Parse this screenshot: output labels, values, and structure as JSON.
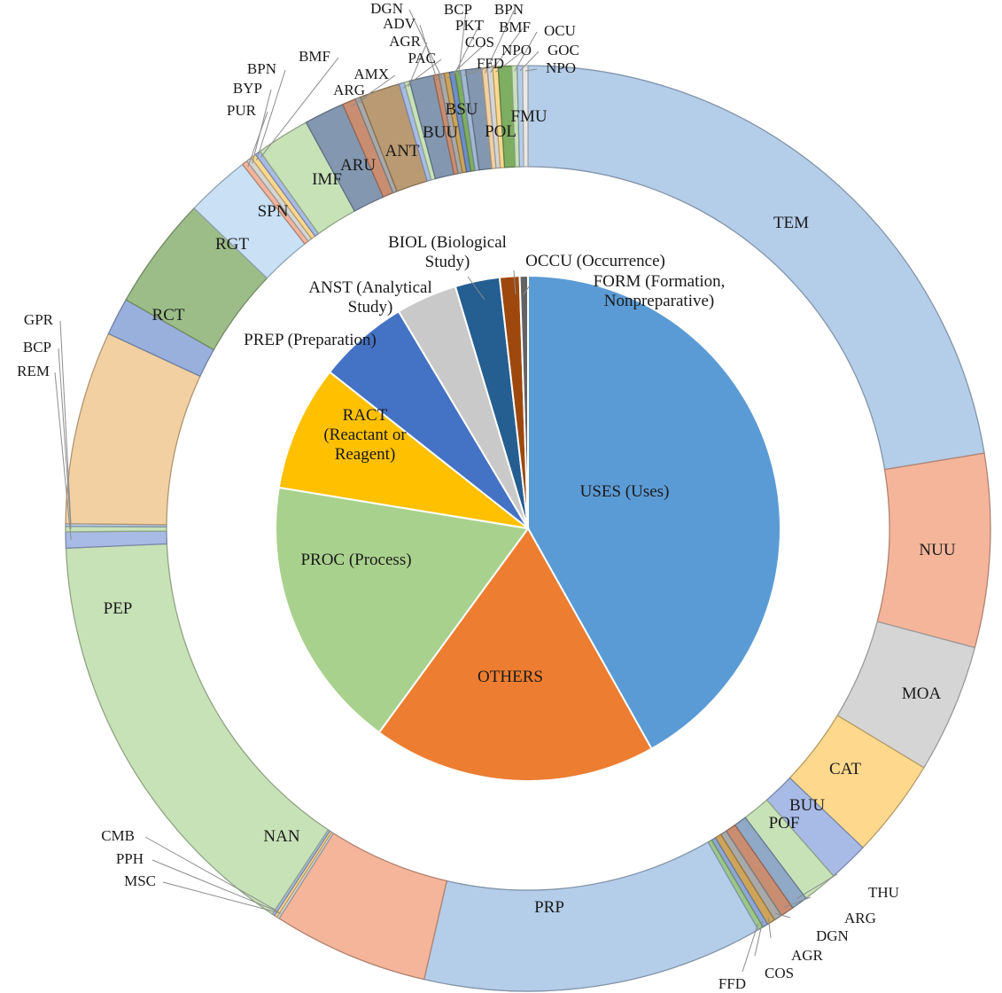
{
  "chart_data": [
    {
      "type": "pie",
      "title": "",
      "ring": "inner",
      "slices": [
        {
          "label": "USES (Uses)",
          "value": 39.6,
          "color": "#5b9bd5"
        },
        {
          "label": "OTHERS",
          "value": 17.2,
          "color": "#ed7d31"
        },
        {
          "label": "PROC (Process)",
          "value": 16.6,
          "color": "#a9d18e"
        },
        {
          "label": "RACT (Reactant or Reagent)",
          "value": 7.6,
          "color": "#ffc000"
        },
        {
          "label": "PREP (Preparation)",
          "value": 5.5,
          "color": "#4472c4"
        },
        {
          "label": "ANST (Analytical Study)",
          "value": 3.7,
          "color": "#c9c9c9"
        },
        {
          "label": "BIOL (Biological Study)",
          "value": 2.7,
          "color": "#255e91"
        },
        {
          "label": "OCCU (Occurrence)",
          "value": 1.2,
          "color": "#9e480e"
        },
        {
          "label": "FORM (Formation, Nonpreparative)",
          "value": 0.5,
          "color": "#636363"
        }
      ]
    },
    {
      "type": "pie",
      "title": "",
      "ring": "outer",
      "slices": [
        {
          "label": "TEM",
          "value": 23.9,
          "color": "#b4cde9"
        },
        {
          "label": "NUU",
          "value": 7.2,
          "color": "#f4b59b"
        },
        {
          "label": "MOA",
          "value": 4.8,
          "color": "#d5d5d5"
        },
        {
          "label": "CAT",
          "value": 3.7,
          "color": "#fed88d"
        },
        {
          "label": "BUU",
          "value": 1.5,
          "color": "#a8bbe6"
        },
        {
          "label": "POF",
          "value": 1.3,
          "color": "#c8e2b8"
        },
        {
          "label": "THU",
          "value": 0.6,
          "color": "#8fa9c6"
        },
        {
          "label": "ARG",
          "value": 0.5,
          "color": "#c98d72"
        },
        {
          "label": "DGN",
          "value": 0.3,
          "color": "#a9a9a9"
        },
        {
          "label": "AGR",
          "value": 0.3,
          "color": "#cda45a"
        },
        {
          "label": "COS",
          "value": 0.2,
          "color": "#8fa7d6"
        },
        {
          "label": "FFD",
          "value": 0.2,
          "color": "#9cc78a"
        },
        {
          "label": "PRP",
          "value": 12.7,
          "color": "#b4cde9"
        },
        {
          "label": "NAN",
          "value": 5.8,
          "color": "#f4b59b"
        },
        {
          "label": "MSC",
          "value": 0.1,
          "color": "#d5d5d5"
        },
        {
          "label": "PPH",
          "value": 0.1,
          "color": "#fed88d"
        },
        {
          "label": "CMB",
          "value": 0.1,
          "color": "#a8bbe6"
        },
        {
          "label": "PEP",
          "value": 16.0,
          "color": "#c8e2b8"
        },
        {
          "label": "REM",
          "value": 0.6,
          "color": "#a8bbe6"
        },
        {
          "label": "BCP",
          "value": 0.2,
          "color": "#c8e2b8"
        },
        {
          "label": "GPR",
          "value": 0.1,
          "color": "#b4cde9"
        },
        {
          "label": "RCT",
          "value": 7.2,
          "color": "#f2d0a1"
        },
        {
          "label": "RGT",
          "value": 1.4,
          "color": "#99b0dd"
        },
        {
          "label": "SPN",
          "value": 4.2,
          "color": "#9cbd88"
        },
        {
          "label": "IMF",
          "value": 2.4,
          "color": "#c9e0f5"
        },
        {
          "label": "PUR",
          "value": 0.2,
          "color": "#f4b59b"
        },
        {
          "label": "BYP",
          "value": 0.2,
          "color": "#d5d5d5"
        },
        {
          "label": "BPN",
          "value": 0.2,
          "color": "#fed88d"
        },
        {
          "label": "BMF",
          "value": 0.2,
          "color": "#a8bbe6"
        },
        {
          "label": "ARU",
          "value": 2.0,
          "color": "#c8e2b8"
        },
        {
          "label": "ANT",
          "value": 1.5,
          "color": "#8497b0"
        },
        {
          "label": "AMX",
          "value": 0.5,
          "color": "#c98d72"
        },
        {
          "label": "ARG",
          "value": 0.2,
          "color": "#a9a9a9"
        },
        {
          "label": "BUU",
          "value": 1.5,
          "color": "#b99a72"
        },
        {
          "label": "PAC",
          "value": 0.2,
          "color": "#a8bbe6"
        },
        {
          "label": "AGR",
          "value": 0.2,
          "color": "#c8e2b8"
        },
        {
          "label": "BSU",
          "value": 0.9,
          "color": "#8497b0"
        },
        {
          "label": "ADV",
          "value": 0.2,
          "color": "#c98d72"
        },
        {
          "label": "DGN",
          "value": 0.2,
          "color": "#a9a9a9"
        },
        {
          "label": "COS",
          "value": 0.2,
          "color": "#cda45a"
        },
        {
          "label": "PKT",
          "value": 0.2,
          "color": "#6d8ec7"
        },
        {
          "label": "BCP",
          "value": 0.2,
          "color": "#7eae61"
        },
        {
          "label": "FFD",
          "value": 0.2,
          "color": "#a2b9d4"
        },
        {
          "label": "POL",
          "value": 0.6,
          "color": "#8497b0"
        },
        {
          "label": "BPN",
          "value": 0.2,
          "color": "#f2d0a1"
        },
        {
          "label": "BMF",
          "value": 0.2,
          "color": "#d5d5d5"
        },
        {
          "label": "NPO",
          "value": 0.2,
          "color": "#fed88d"
        },
        {
          "label": "FMU",
          "value": 0.5,
          "color": "#7eae61"
        },
        {
          "label": "OCU",
          "value": 0.2,
          "color": "#c8e2b8"
        },
        {
          "label": "GOC",
          "value": 0.2,
          "color": "#b4cde9"
        },
        {
          "label": "NPO",
          "value": 0.2,
          "color": "#e8e8e8"
        }
      ]
    }
  ]
}
